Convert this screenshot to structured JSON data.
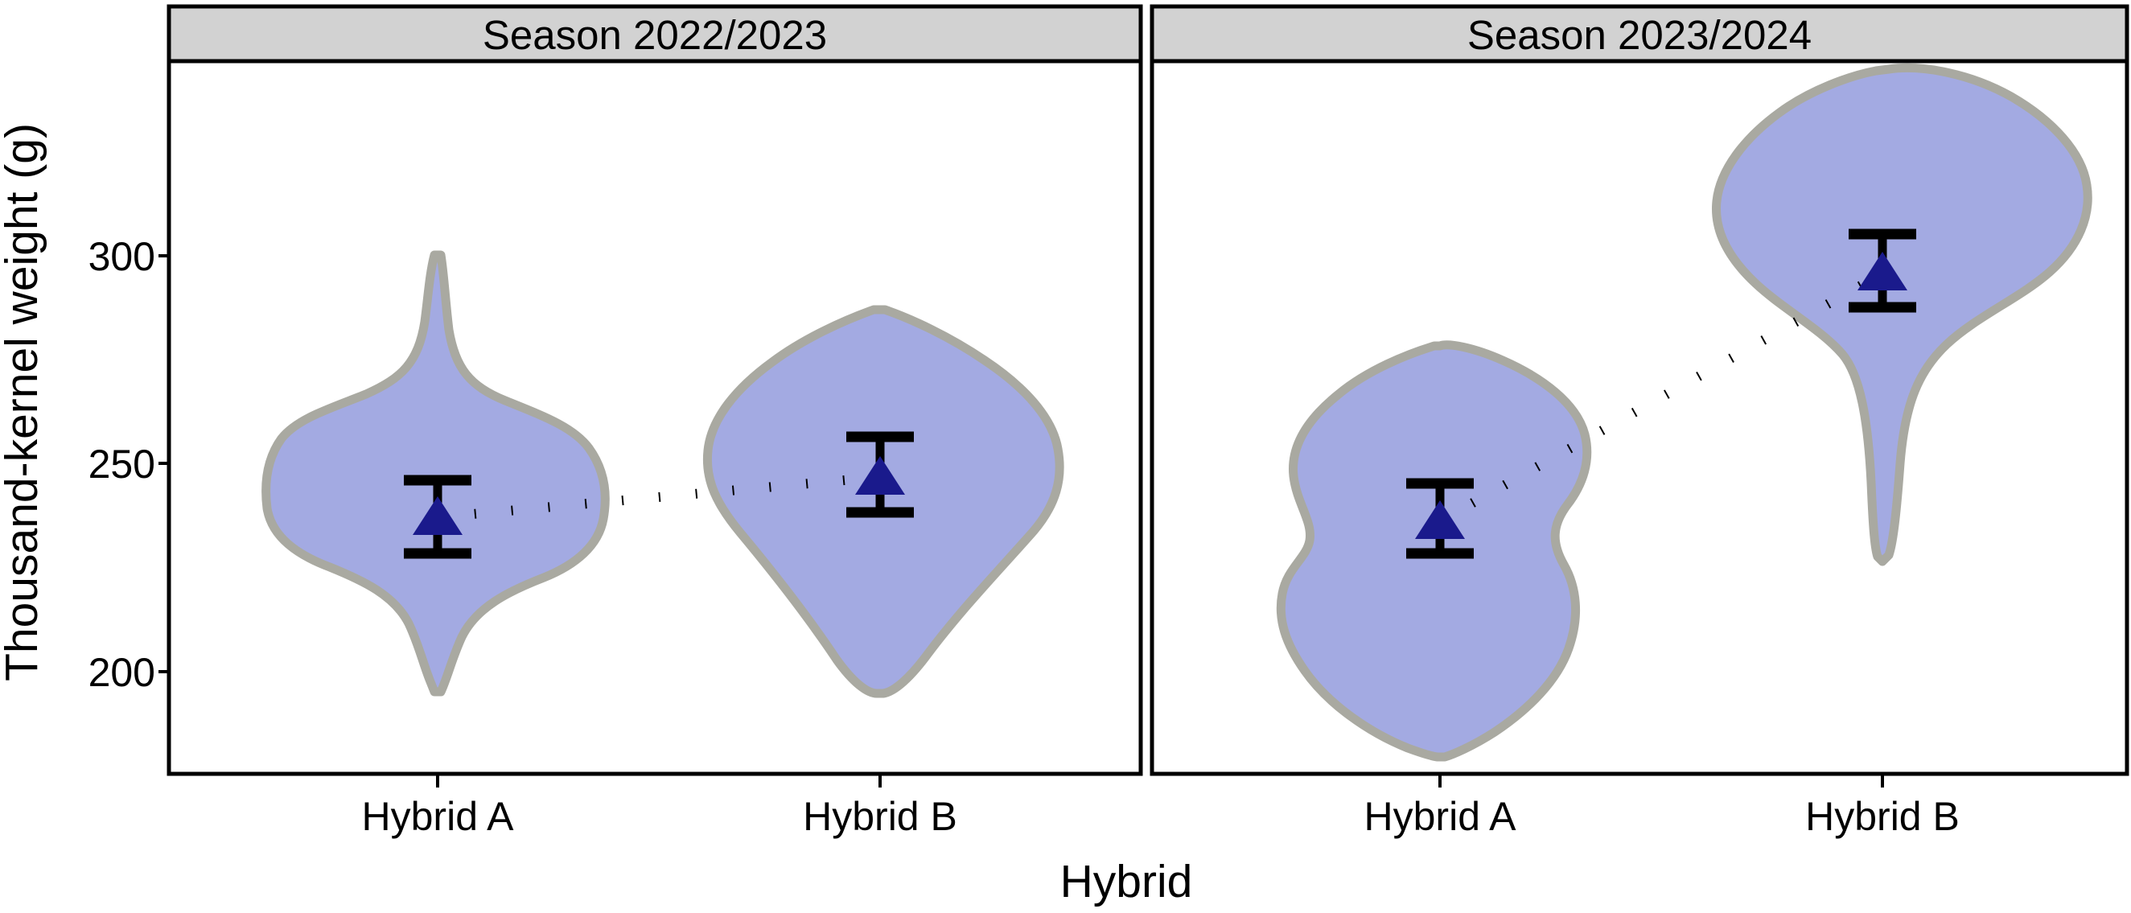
{
  "chart_data": {
    "type": "violin",
    "title": "",
    "xlabel": "Hybrid",
    "ylabel": "Thousand-kernel weight (g)",
    "x_categories": [
      "Hybrid A",
      "Hybrid B"
    ],
    "y_ticks": [
      200,
      250,
      300
    ],
    "y_tick_labels": [
      "200",
      "250",
      "300"
    ],
    "ylim": [
      178,
      336
    ],
    "grid": false,
    "legend": null,
    "facet_variable": "Season",
    "facets": [
      {
        "strip_label": "Season 2022/2023",
        "groups": [
          {
            "category": "Hybrid A",
            "mean": 238,
            "ci_lower": 228,
            "ci_upper": 246,
            "violin_min": 197,
            "violin_max": 299,
            "density_profile": [
              {
                "y": 197,
                "w": 0.02
              },
              {
                "y": 200,
                "w": 0.2
              },
              {
                "y": 206,
                "w": 0.42
              },
              {
                "y": 212,
                "w": 0.56
              },
              {
                "y": 218,
                "w": 0.68
              },
              {
                "y": 224,
                "w": 0.8
              },
              {
                "y": 230,
                "w": 0.94
              },
              {
                "y": 236,
                "w": 1.0
              },
              {
                "y": 242,
                "w": 0.97
              },
              {
                "y": 248,
                "w": 0.86
              },
              {
                "y": 254,
                "w": 0.72
              },
              {
                "y": 260,
                "w": 0.56
              },
              {
                "y": 266,
                "w": 0.4
              },
              {
                "y": 272,
                "w": 0.26
              },
              {
                "y": 278,
                "w": 0.16
              },
              {
                "y": 284,
                "w": 0.1
              },
              {
                "y": 290,
                "w": 0.07
              },
              {
                "y": 296,
                "w": 0.06
              },
              {
                "y": 299,
                "w": 0.05
              }
            ]
          },
          {
            "category": "Hybrid B",
            "mean": 248,
            "ci_lower": 239,
            "ci_upper": 256,
            "violin_min": 197,
            "violin_max": 288,
            "density_profile": [
              {
                "y": 197,
                "w": 0.03
              },
              {
                "y": 202,
                "w": 0.22
              },
              {
                "y": 208,
                "w": 0.4
              },
              {
                "y": 214,
                "w": 0.56
              },
              {
                "y": 220,
                "w": 0.7
              },
              {
                "y": 226,
                "w": 0.82
              },
              {
                "y": 232,
                "w": 0.9
              },
              {
                "y": 238,
                "w": 0.96
              },
              {
                "y": 244,
                "w": 1.0
              },
              {
                "y": 250,
                "w": 0.99
              },
              {
                "y": 256,
                "w": 0.96
              },
              {
                "y": 262,
                "w": 0.88
              },
              {
                "y": 268,
                "w": 0.74
              },
              {
                "y": 274,
                "w": 0.56
              },
              {
                "y": 280,
                "w": 0.34
              },
              {
                "y": 285,
                "w": 0.16
              },
              {
                "y": 288,
                "w": 0.04
              }
            ]
          }
        ]
      },
      {
        "strip_label": "Season 2023/2024",
        "groups": [
          {
            "category": "Hybrid A",
            "mean": 236,
            "ci_lower": 228,
            "ci_upper": 245,
            "violin_min": 181,
            "violin_max": 279,
            "density_profile": [
              {
                "y": 181,
                "w": 0.02
              },
              {
                "y": 186,
                "w": 0.2
              },
              {
                "y": 192,
                "w": 0.38
              },
              {
                "y": 198,
                "w": 0.52
              },
              {
                "y": 204,
                "w": 0.62
              },
              {
                "y": 210,
                "w": 0.66
              },
              {
                "y": 216,
                "w": 0.68
              },
              {
                "y": 221,
                "w": 0.74
              },
              {
                "y": 226,
                "w": 0.86
              },
              {
                "y": 231,
                "w": 0.95
              },
              {
                "y": 236,
                "w": 0.98
              },
              {
                "y": 241,
                "w": 0.94
              },
              {
                "y": 246,
                "w": 0.92
              },
              {
                "y": 251,
                "w": 0.93
              },
              {
                "y": 256,
                "w": 0.9
              },
              {
                "y": 262,
                "w": 0.78
              },
              {
                "y": 268,
                "w": 0.56
              },
              {
                "y": 274,
                "w": 0.28
              },
              {
                "y": 279,
                "w": 0.04
              }
            ]
          },
          {
            "category": "Hybrid B",
            "mean": 298,
            "ci_lower": 288,
            "ci_upper": 305,
            "violin_min": 235,
            "violin_max": 331,
            "density_profile": [
              {
                "y": 235,
                "w": 0.02
              },
              {
                "y": 240,
                "w": 0.07
              },
              {
                "y": 246,
                "w": 0.1
              },
              {
                "y": 252,
                "w": 0.12
              },
              {
                "y": 258,
                "w": 0.15
              },
              {
                "y": 264,
                "w": 0.22
              },
              {
                "y": 270,
                "w": 0.4
              },
              {
                "y": 276,
                "w": 0.62
              },
              {
                "y": 282,
                "w": 0.78
              },
              {
                "y": 288,
                "w": 0.88
              },
              {
                "y": 294,
                "w": 0.92
              },
              {
                "y": 300,
                "w": 0.94
              },
              {
                "y": 306,
                "w": 0.96
              },
              {
                "y": 312,
                "w": 1.0
              },
              {
                "y": 318,
                "w": 0.98
              },
              {
                "y": 324,
                "w": 0.8
              },
              {
                "y": 328,
                "w": 0.52
              },
              {
                "y": 331,
                "w": 0.2
              }
            ]
          }
        ]
      }
    ],
    "connector_line": {
      "style": "dotted",
      "color": "#000000",
      "connects": "group means within each facet"
    },
    "colors": {
      "violin_fill": "#a3aae2",
      "violin_stroke": "#a9a9a1",
      "mean_marker": "#1a1a8c",
      "errorbar": "#000000",
      "strip_background": "#d2d2d2",
      "panel_border": "#000000",
      "axis_text": "#000000"
    },
    "marker": {
      "shape": "triangle-up",
      "fill": "#1a1a8c"
    }
  }
}
